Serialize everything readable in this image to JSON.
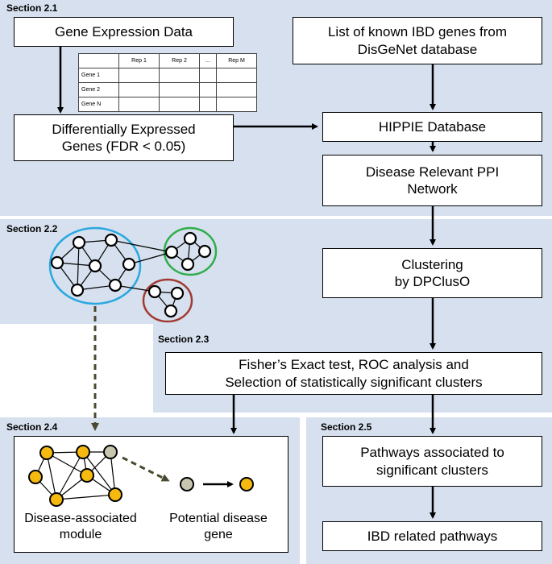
{
  "sections": {
    "s21": "Section 2.1",
    "s22": "Section 2.2",
    "s23": "Section 2.3",
    "s24": "Section 2.4",
    "s25": "Section 2.5"
  },
  "boxes": {
    "gene_expression": "Gene Expression Data",
    "deg": "Differentially Expressed\nGenes (FDR < 0.05)",
    "ibd_list": "List of known IBD genes from\nDisGeNet database",
    "hippie": "HIPPIE Database",
    "ppi": "Disease Relevant PPI\nNetwork",
    "clustering": "Clustering\nby DPClusO",
    "fisher": "Fisher’s Exact test, ROC analysis and\nSelection of statistically significant clusters",
    "pathways": "Pathways associated to\nsignificant clusters",
    "ibd_pathways": "IBD related pathways"
  },
  "table": {
    "headers": [
      "",
      "Rep 1",
      "Rep 2",
      "...",
      "Rep M"
    ],
    "rows": [
      "Gene 1",
      "Gene 2",
      "Gene N"
    ]
  },
  "captions": {
    "module": "Disease-associated\nmodule",
    "gene": "Potential disease\ngene"
  },
  "colors": {
    "section_bg": "#d6e0ee",
    "cluster_blue": "#29a8e0",
    "cluster_green": "#2fae4a",
    "cluster_red": "#a23a32",
    "node_gold": "#f5b90f",
    "node_grey": "#c9c6b0",
    "dashed_arrow": "#4b4a30"
  }
}
